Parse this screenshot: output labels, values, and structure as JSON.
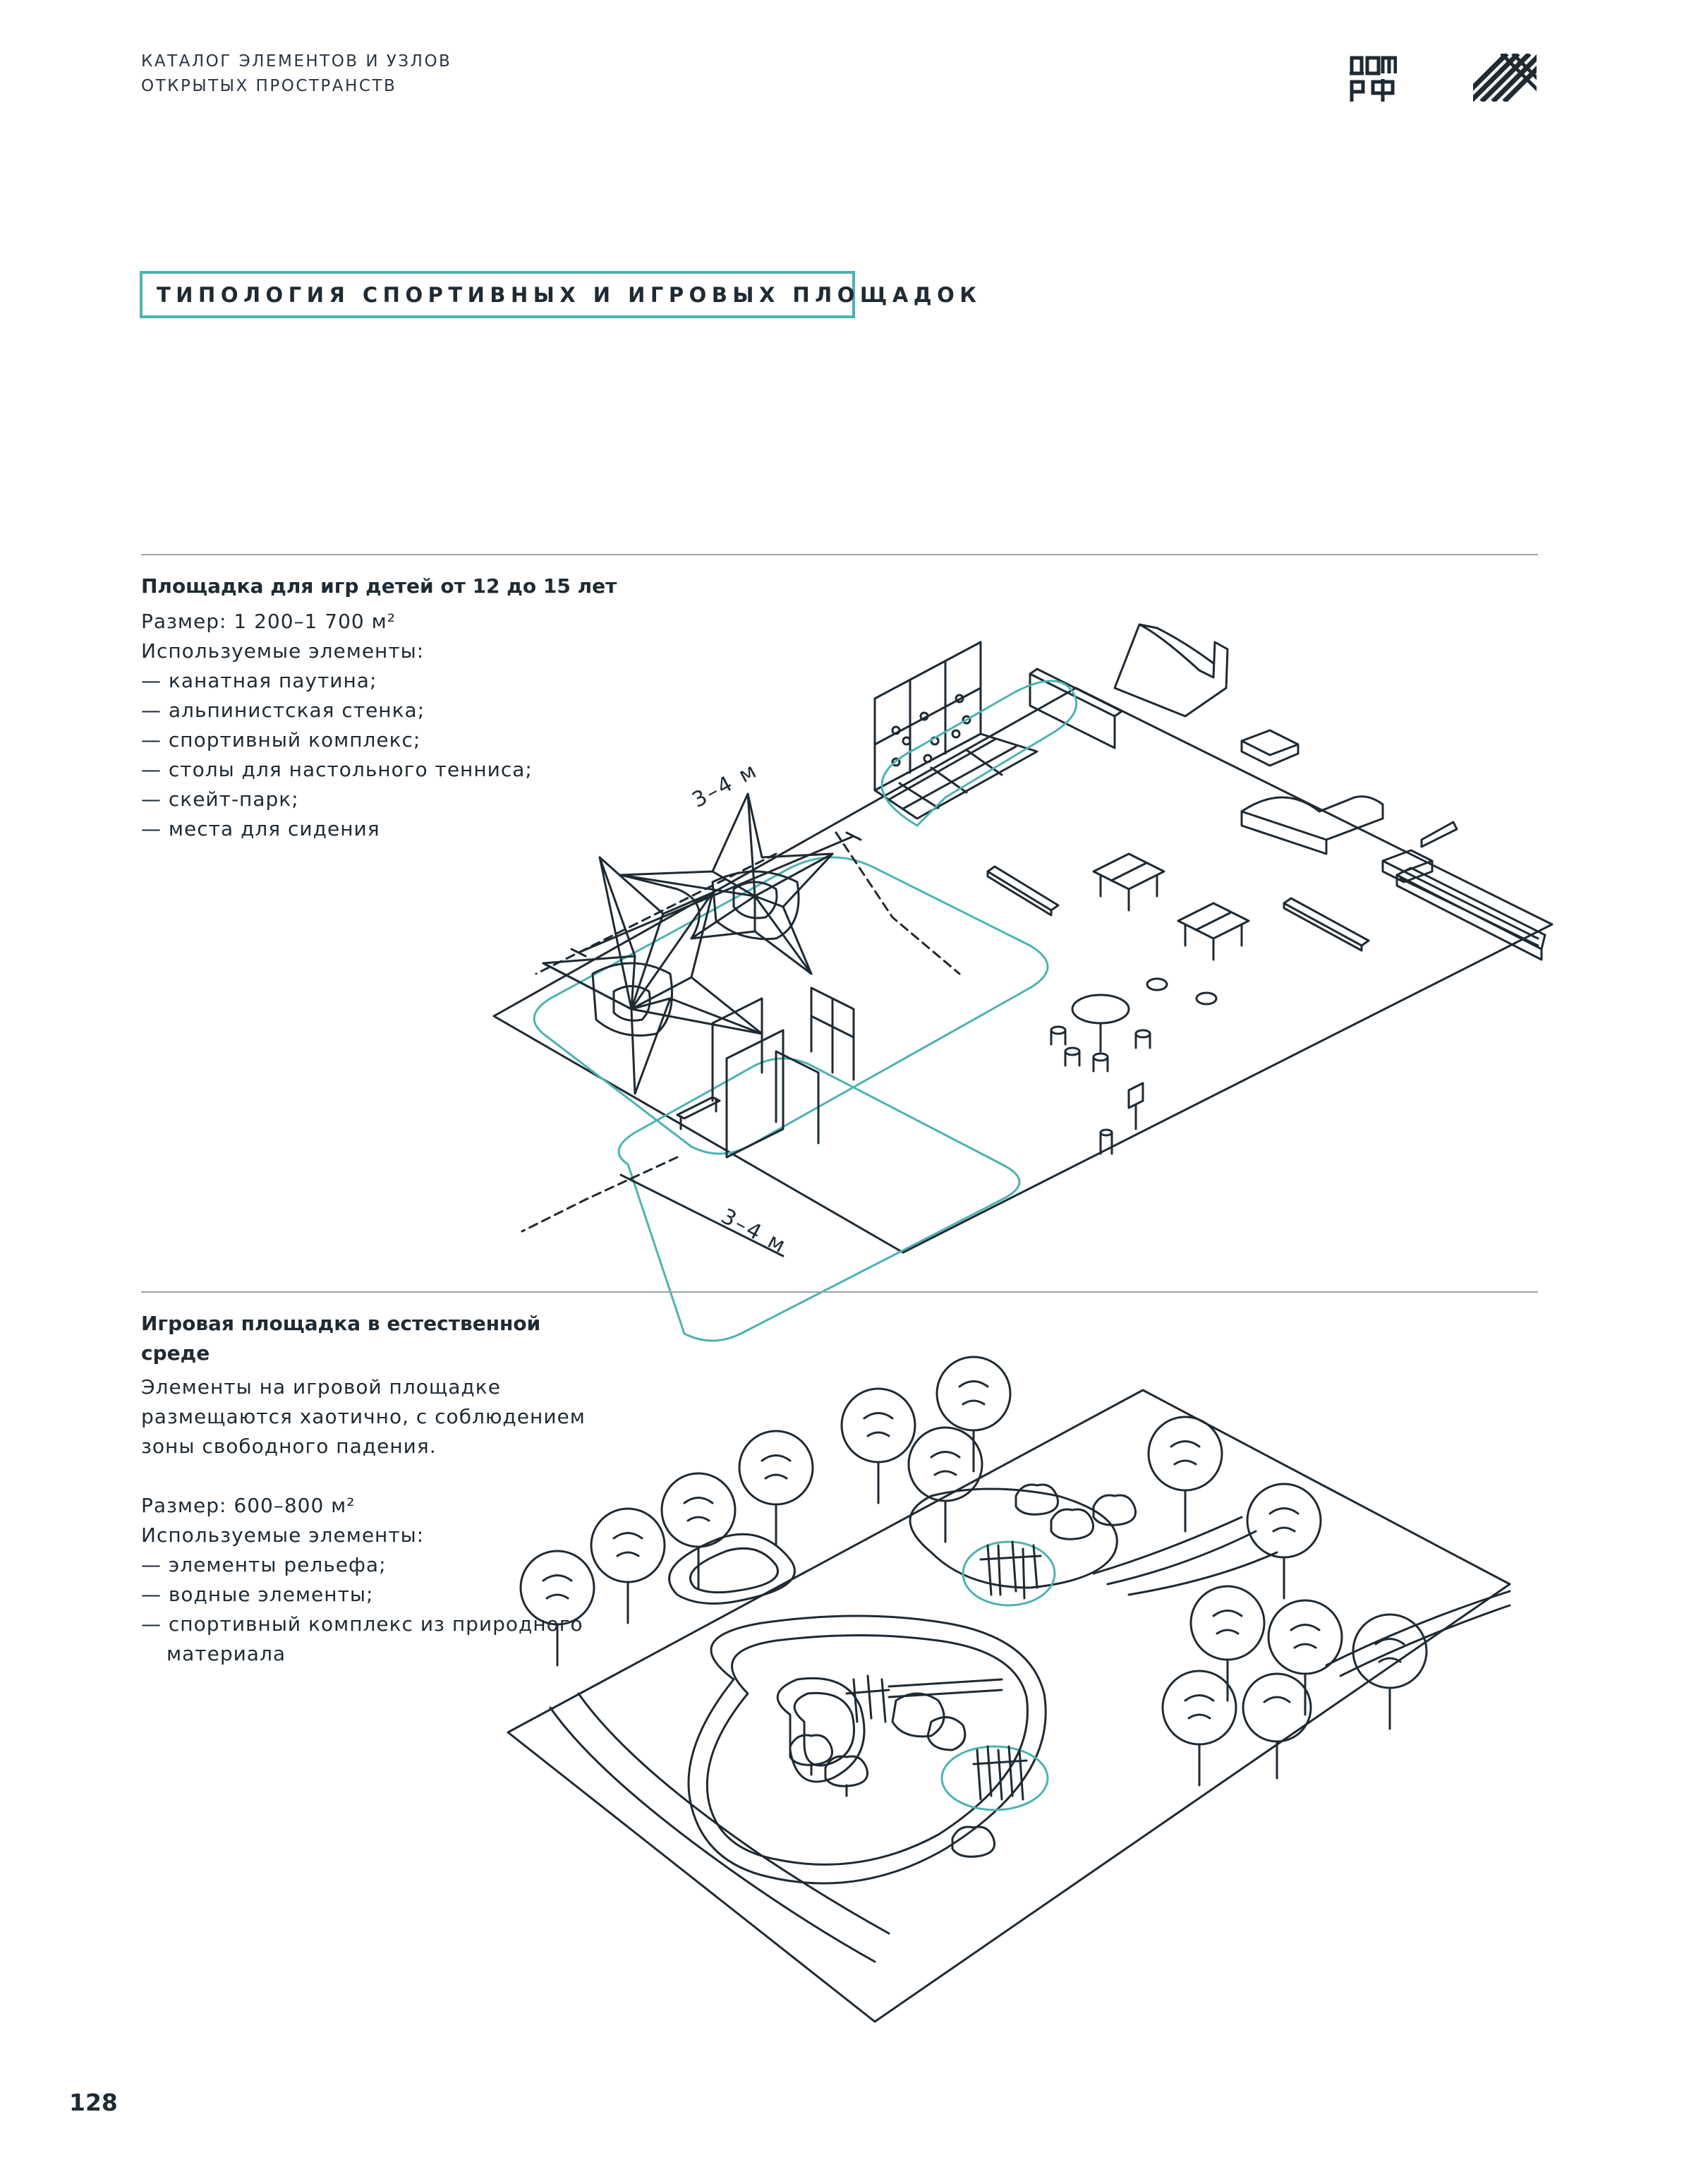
{
  "header": {
    "line1": "КАТАЛОГ ЭЛЕМЕНТОВ И УЗЛОВ",
    "line2": "ОТКРЫТЫХ ПРОСТРАНСТВ",
    "logo1": "ДОМ РФ",
    "logo2": "pattern-logo"
  },
  "section_title": "ТИПОЛОГИЯ СПОРТИВНЫХ И ИГРОВЫХ ПЛОЩАДОК",
  "block1": {
    "title": "Площадка для игр детей от 12 до 15 лет",
    "size": "Размер: 1 200–1 700 м²",
    "elements_label": "Используемые элементы:",
    "items": [
      "— канатная паутина;",
      "— альпинистская стенка;",
      "— спортивный комплекс;",
      "— столы для настольного тенниса;",
      "— скейт-парк;",
      "— места для сидения"
    ],
    "dimension_top": "3–4 м",
    "dimension_bottom": "3–4 м"
  },
  "block2": {
    "title_line1": "Игровая площадка в естественной",
    "title_line2": "среде",
    "desc_lines": [
      "Элементы на игровой площадке",
      "размещаются хаотично, с соблюдением",
      "зоны свободного падения."
    ],
    "size": "Размер: 600–800 м²",
    "elements_label": "Используемые элементы:",
    "items": [
      "— элементы рельефа;",
      "— водные элементы;",
      "— спортивный комплекс из природного"
    ],
    "item_continuation": "материала"
  },
  "page_number": "128",
  "colors": {
    "accent": "#4db3b0",
    "ink": "#1f2a33",
    "divider": "#9da4aa"
  }
}
